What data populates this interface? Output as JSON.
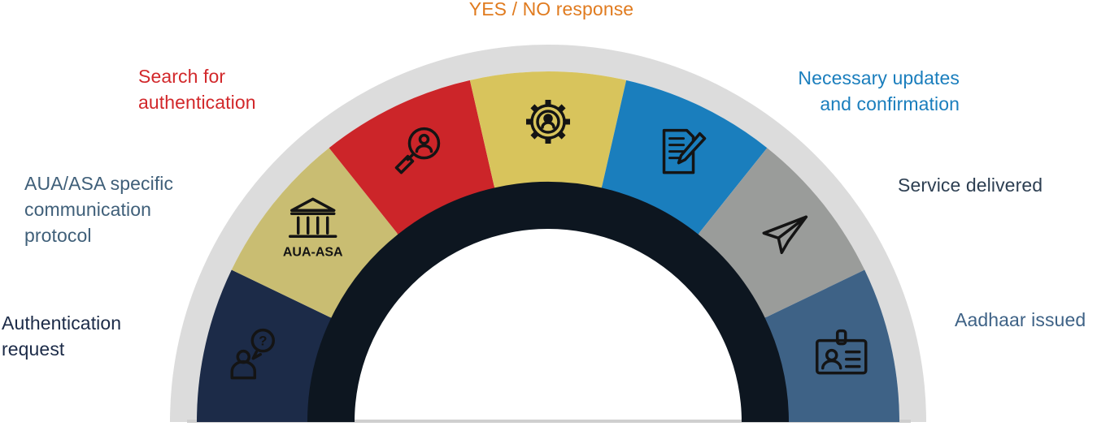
{
  "steps": [
    {
      "id": "authentication-request",
      "label": "Authentication\nrequest",
      "color": "#1c2b48",
      "text_color": "#1c2b48",
      "icon": "user-question-icon"
    },
    {
      "id": "aua-asa-protocol",
      "label": "AUA/ASA specific\ncommunication\nprotocol",
      "color": "#c9bd72",
      "text_color": "#3f5f79",
      "icon": "bank-building-icon",
      "icon_caption": "AUA-ASA"
    },
    {
      "id": "search-authentication",
      "label": "Search for\nauthentication",
      "color": "#cc2529",
      "text_color": "#d2282b",
      "icon": "search-user-icon"
    },
    {
      "id": "yes-no-response",
      "label": "YES / NO response",
      "color": "#d8c45c",
      "text_color": "#e07b1f",
      "icon": "gear-user-icon"
    },
    {
      "id": "necessary-updates",
      "label": "Necessary updates\nand confirmation",
      "color": "#1a7ebd",
      "text_color": "#1a7ebd",
      "icon": "document-edit-icon"
    },
    {
      "id": "service-delivered",
      "label": "Service delivered",
      "color": "#9a9c9a",
      "text_color": "#2d3f52",
      "icon": "paper-plane-icon"
    },
    {
      "id": "aadhaar-issued",
      "label": "Aadhaar issued",
      "color": "#3e6286",
      "text_color": "#3e6286",
      "icon": "id-card-icon"
    }
  ],
  "colors": {
    "outer_band": "#dcdcdc",
    "inner_band": "#0d1620",
    "baseline": "#cfcfcf"
  }
}
